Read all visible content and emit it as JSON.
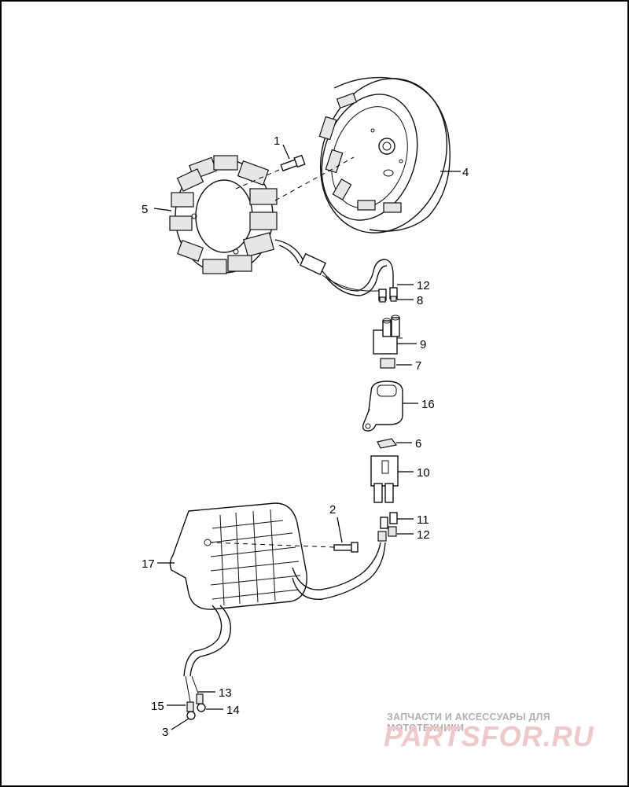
{
  "diagram": {
    "frame_color": "#000000",
    "line_color": "#111111",
    "callouts": [
      {
        "id": "c1",
        "label": "1"
      },
      {
        "id": "c2",
        "label": "2"
      },
      {
        "id": "c3",
        "label": "3"
      },
      {
        "id": "c4",
        "label": "4"
      },
      {
        "id": "c5",
        "label": "5"
      },
      {
        "id": "c6",
        "label": "6"
      },
      {
        "id": "c7",
        "label": "7"
      },
      {
        "id": "c8",
        "label": "8"
      },
      {
        "id": "c9",
        "label": "9"
      },
      {
        "id": "c10",
        "label": "10"
      },
      {
        "id": "c11",
        "label": "11"
      },
      {
        "id": "c12a",
        "label": "12"
      },
      {
        "id": "c12b",
        "label": "12"
      },
      {
        "id": "c13",
        "label": "13"
      },
      {
        "id": "c14",
        "label": "14"
      },
      {
        "id": "c15",
        "label": "15"
      },
      {
        "id": "c16",
        "label": "16"
      },
      {
        "id": "c17",
        "label": "17"
      }
    ]
  },
  "watermark": {
    "tagline": "ЗАПЧАСТИ И АКСЕССУАРЫ ДЛЯ МОТОТЕХНИКИ",
    "logo": "PARTSFOR.RU",
    "tagline_color": "#b0b0b0",
    "logo_color": "#f0c8c8"
  }
}
